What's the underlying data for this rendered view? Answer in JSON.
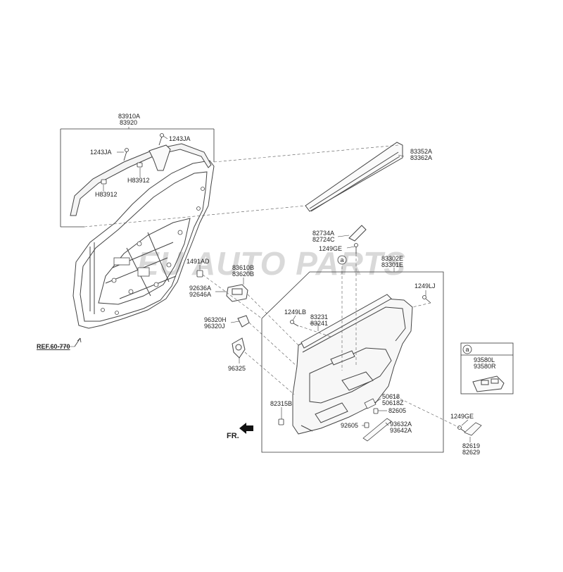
{
  "watermark": "EU AUTO PARTS",
  "reference": "REF.60-770",
  "front_marker": "FR.",
  "callout_letter": "a",
  "labels": {
    "p83910a": "83910A",
    "p83920": "83920",
    "p1243ja_left": "1243JA",
    "p1243ja_right": "1243JA",
    "h83912_upper": "H83912",
    "h83912_lower": "H83912",
    "p83352a": "83352A",
    "p83362a": "83362A",
    "p82734a": "82734A",
    "p82724c": "82724C",
    "p1249ge_top": "1249GE",
    "p83302e": "83302E",
    "p83301e": "83301E",
    "p1491ad": "1491AD",
    "p83610b": "83610B",
    "p83620b": "83620B",
    "p92636a": "92636A",
    "p92646a": "92646A",
    "p1249lj": "1249LJ",
    "p1249lb": "1249LB",
    "p83231": "83231",
    "p83241": "83241",
    "p96320h": "96320H",
    "p96320j": "96320J",
    "p96325": "96325",
    "p93580l": "93580L",
    "p93580r": "93580R",
    "p50618": "50618",
    "p50618z": "50618Z",
    "p82315b": "82315B",
    "p82605_right": "82605",
    "p92605": "92605",
    "p93632a": "93632A",
    "p93642a": "93642A",
    "p1249ge_bottom": "1249GE",
    "p82619": "82619",
    "p82629": "82629"
  }
}
